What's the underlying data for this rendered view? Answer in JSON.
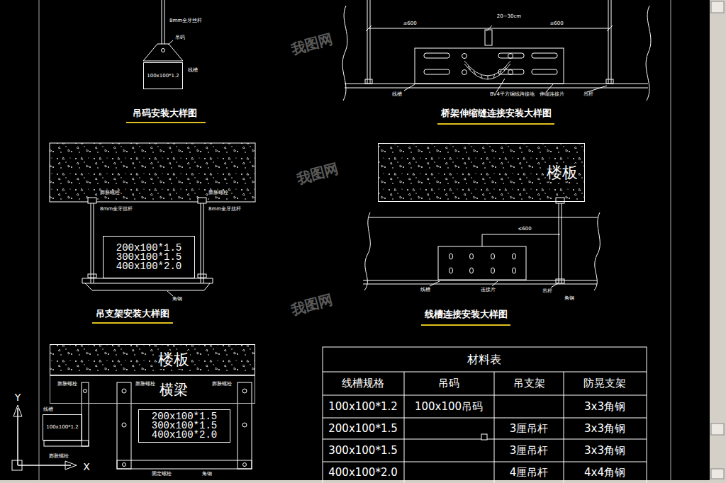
{
  "diagram": {
    "nodes": [
      {
        "text": [
          "100x100*1.2"
        ]
      },
      {
        "text": [
          "200x100*1.5 300x100*1.5 400x100*2.0"
        ]
      },
      {
        "text": [
          "楼板"
        ]
      },
      {
        "text": [
          "楼板"
        ]
      },
      {
        "text": [
          "横梁"
        ]
      },
      {
        "text": [
          "100x100*1.2"
        ]
      },
      {
        "text": [
          "200x100*1.5 300x100*1.5 400x100*2.0"
        ]
      }
    ],
    "labels": [
      "8mm全牙丝杆",
      "吊码",
      "线槽",
      "吊码安装大样图",
      "≤600",
      "20~30cm",
      "≤600",
      "线槽",
      "BV4平方铜线跨接地",
      "伸缩连接片",
      "吊杆",
      "桥架伸缩缝连接安装大样图",
      "膨胀螺栓",
      "膨胀螺栓",
      "8mm全牙丝杆",
      "8mm全牙丝杆",
      "角钢",
      "吊支架安装大样图",
      "≤600",
      "线槽",
      "连接片",
      "吊杆",
      "角钢",
      "线槽连接安装大样图",
      "膨胀螺栓",
      "膨胀螺栓",
      "膨胀螺栓",
      "线槽",
      "膨胀螺栓",
      "固定螺栓",
      "角钢",
      "材料表",
      "线槽规格",
      "吊码",
      "吊支架",
      "防晃支架",
      "100x100*1.2",
      "100x100吊码",
      "3x3角钢",
      "200x100*1.5",
      "3厘吊杆",
      "3x3角钢",
      "300x100*1.5",
      "3厘吊杆",
      "3x3角钢",
      "400x100*2.0",
      "4厘吊杆",
      "4x4角钢",
      "Y",
      "X",
      "我图网",
      "我图网",
      "我图网"
    ]
  }
}
